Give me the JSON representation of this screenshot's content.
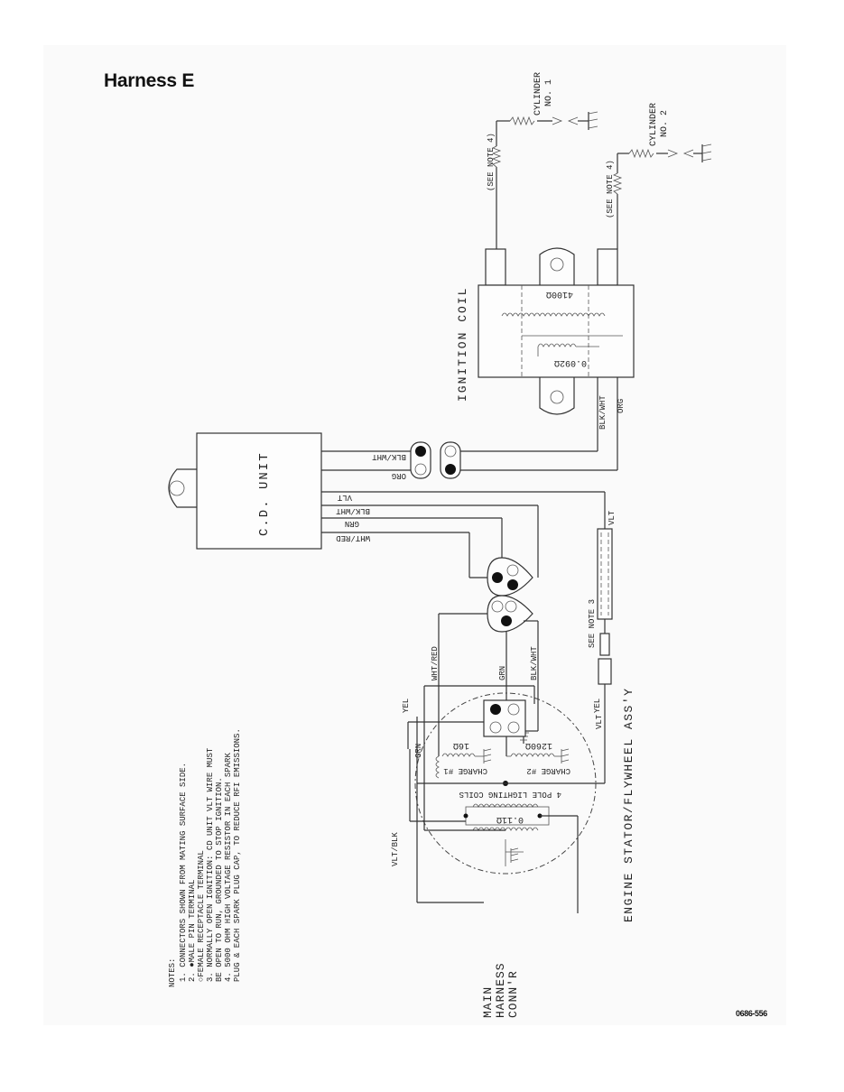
{
  "page": {
    "title": "Harness E",
    "figure_code": "0686-556"
  },
  "notes": {
    "heading": "NOTES:",
    "lines": [
      "1. CONNECTORS SHOWN FROM MATING SURFACE SIDE.",
      "2. ●MALE PIN TERMINAL",
      "   ○FEMALE RECEPTACLE TERMINAL",
      "3. NORMALLY OPEN IGNITION: CD UNIT VLT WIRE MUST",
      "   BE OPEN TO RUN, GROUNDED TO STOP IGNITION.",
      "4. 5000 OHM HIGH VOLTAGE RESISTOR IN EACH SPARK",
      "   PLUG & EACH SPARK PLUG CAP, TO REDUCE RFI EMISSIONS."
    ]
  },
  "components": {
    "ignition_coil": "IGNITION COIL",
    "cd_unit": "C.D. UNIT",
    "stator": "ENGINE STATOR/FLYWHEEL ASS'Y",
    "lighting_coils": "4 POLE LIGHTING COILS",
    "main_harness": [
      "MAIN",
      "HARNESS",
      "CONN'R"
    ],
    "cylinder_1": [
      "CYLINDER",
      "NO. 1"
    ],
    "cylinder_2": [
      "CYLINDER",
      "NO. 2"
    ],
    "charge_1": "CHARGE #1",
    "charge_2": "CHARGE #2",
    "see_note_4": "(SEE NOTE 4)",
    "see_note_3": "SEE NOTE 3"
  },
  "values": {
    "secondary": "4100Ω",
    "primary": "0.092Ω",
    "charge_1": "16Ω",
    "charge_2": "1260Ω",
    "lighting": "0.11Ω"
  },
  "wires": {
    "blk_wht": "BLK/WHT",
    "org": "ORG",
    "vlt": "VLT",
    "grn": "GRN",
    "wht_red": "WHT/RED",
    "vlt_blk": "VLT/BLK",
    "yel": "YEL"
  }
}
